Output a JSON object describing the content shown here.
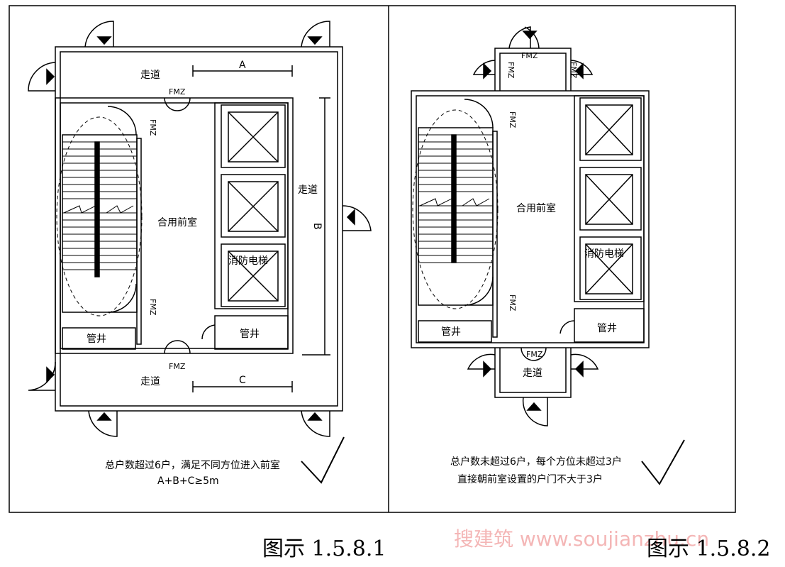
{
  "left": {
    "corridor_top": "走道",
    "corridor_bottom": "走道",
    "corridor_right": "走道",
    "dim_a": "A",
    "dim_b": "B",
    "dim_c": "C",
    "door_top": "FMZ",
    "door_bottom": "FMZ",
    "door_stair_top": "FMZ",
    "door_stair_bottom": "FMZ",
    "lobby": "合用前室",
    "fire_elevator": "消防电梯",
    "shaft_left": "管井",
    "shaft_right": "管井",
    "note_line1": "总户数超过6户，满足不同方位进入前室",
    "note_line2": "A+B+C≥5m"
  },
  "right": {
    "corridor_bottom": "走道",
    "door_top": "FMZ",
    "door_left": "FMZ",
    "door_right": "FMZ",
    "door_stair": "FMZ",
    "door_stair2": "FMZ",
    "door_bottom": "FMZ",
    "lobby": "合用前室",
    "fire_elevator": "消防电梯",
    "shaft_left": "管井",
    "shaft_right": "管井",
    "note_line1": "总户数未超过6户，每个方位未超过3户",
    "note_line2": "直接朝前室设置的户门不大于3户"
  },
  "captions": {
    "left": "图示 1.5.8.1",
    "right": "图示 1.5.8.2"
  },
  "watermark": "搜建筑 www.soujianzhu.cn"
}
